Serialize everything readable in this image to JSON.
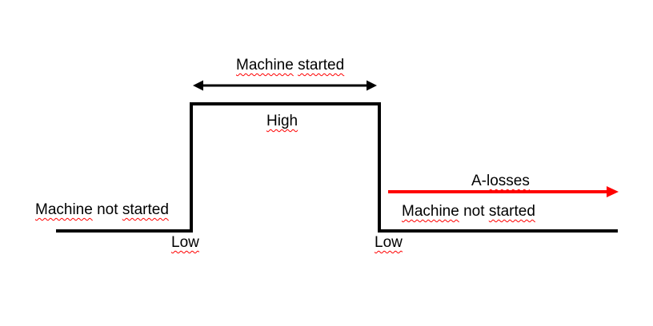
{
  "colors": {
    "line": "#000000",
    "text": "#000000",
    "accent_red": "#FF0000",
    "spellcheck_underline": "#FF0000",
    "background": "#FFFFFF"
  },
  "labels": {
    "machine_started": {
      "word1": "Machine",
      "word2": "started"
    },
    "high": "High",
    "machine_not_started_left": {
      "word1": "Machine",
      "word2": "not",
      "word3": "started"
    },
    "low_left": "Low",
    "a_losses": {
      "prefix": "A-",
      "word": "losses"
    },
    "machine_not_started_right": {
      "word1": "Machine",
      "word2": "not",
      "word3": "started"
    },
    "low_right": "Low"
  },
  "waveform": {
    "type": "pulse",
    "levels": [
      "Low",
      "High",
      "Low"
    ]
  }
}
